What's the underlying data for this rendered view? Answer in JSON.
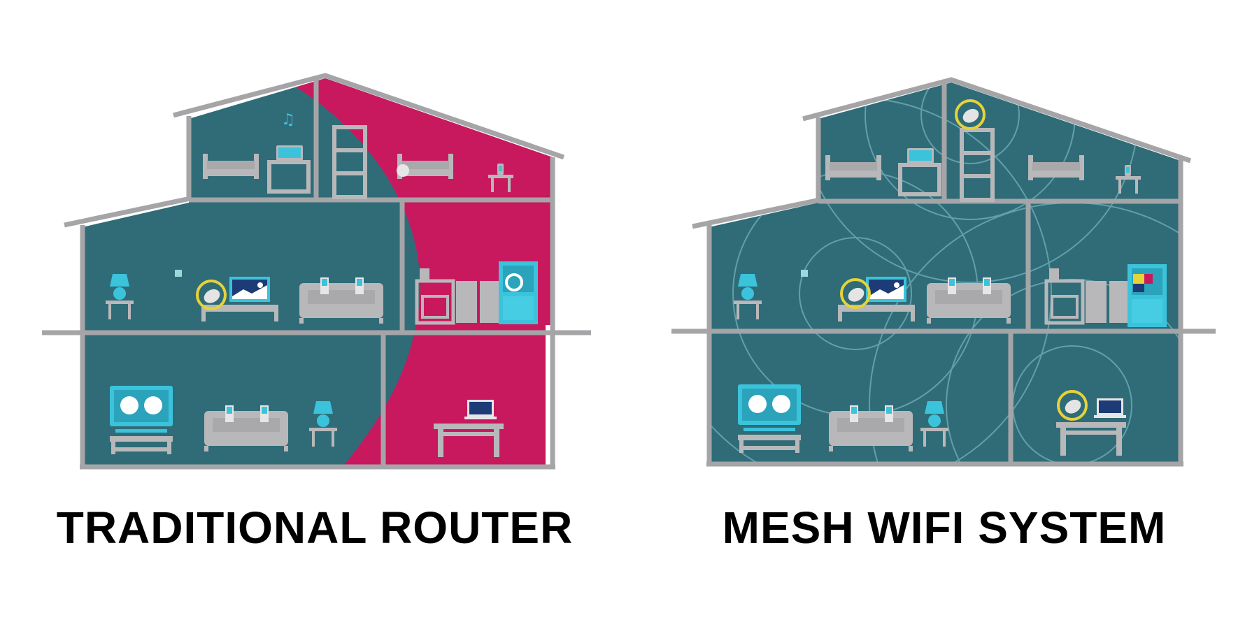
{
  "panels": [
    {
      "id": "traditional",
      "caption": "TRADITIONAL ROUTER",
      "coverage": "single-router-dead-zone",
      "routers": 1
    },
    {
      "id": "mesh",
      "caption": "MESH WIFI SYSTEM",
      "coverage": "full-mesh-rings",
      "routers": 3
    }
  ],
  "colors": {
    "background": "#ffffff",
    "wall": "#a5a5a8",
    "room": "#2f6c78",
    "room_dark": "#235a65",
    "dead_zone": "#c8195f",
    "device": "#b8b8bb",
    "screen": "#3bc3dc",
    "router_ring": "#e6d23a",
    "router_body": "#e4e4e4",
    "signal_ring": "#8ec8d2",
    "caption": "#000000"
  },
  "icons": [
    "bed-icon",
    "nightstand-icon",
    "dresser-icon",
    "bookshelf-icon",
    "lamp-icon",
    "tv-icon",
    "sofa-icon",
    "stove-icon",
    "fridge-icon",
    "desk-icon",
    "laptop-icon",
    "router-icon"
  ]
}
